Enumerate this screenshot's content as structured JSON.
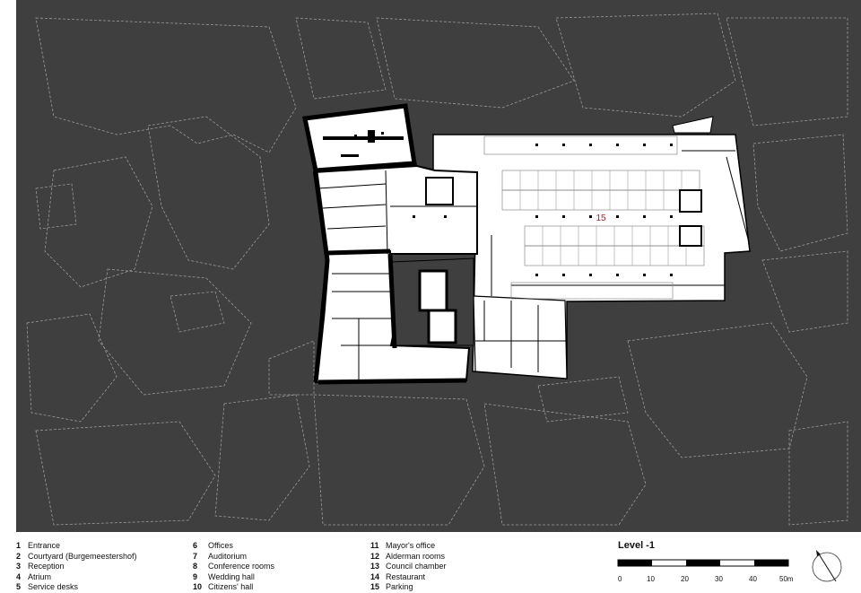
{
  "plan": {
    "room_label": "15",
    "colors": {
      "background": "#3f3f3f",
      "context_lines": "#9a9a9a",
      "walls": "#000000",
      "floor": "#ffffff",
      "label": "#b22222"
    }
  },
  "legend": {
    "items": [
      {
        "num": "1",
        "label": "Entrance"
      },
      {
        "num": "2",
        "label": "Courtyard (Burgemeestershof)"
      },
      {
        "num": "3",
        "label": "Reception"
      },
      {
        "num": "4",
        "label": "Atrium"
      },
      {
        "num": "5",
        "label": "Service desks"
      },
      {
        "num": "6",
        "label": "Offices"
      },
      {
        "num": "7",
        "label": "Auditorium"
      },
      {
        "num": "8",
        "label": "Conference rooms"
      },
      {
        "num": "9",
        "label": "Wedding hall"
      },
      {
        "num": "10",
        "label": "Citizens' hall"
      },
      {
        "num": "11",
        "label": "Mayor's office"
      },
      {
        "num": "12",
        "label": "Alderman rooms"
      },
      {
        "num": "13",
        "label": "Council chamber"
      },
      {
        "num": "14",
        "label": "Restaurant"
      },
      {
        "num": "15",
        "label": "Parking"
      }
    ]
  },
  "scale": {
    "title": "Level -1",
    "ticks": [
      "0",
      "10",
      "20",
      "30",
      "40",
      "50m"
    ]
  },
  "north_arrow": {
    "icon": "north-arrow-icon"
  }
}
